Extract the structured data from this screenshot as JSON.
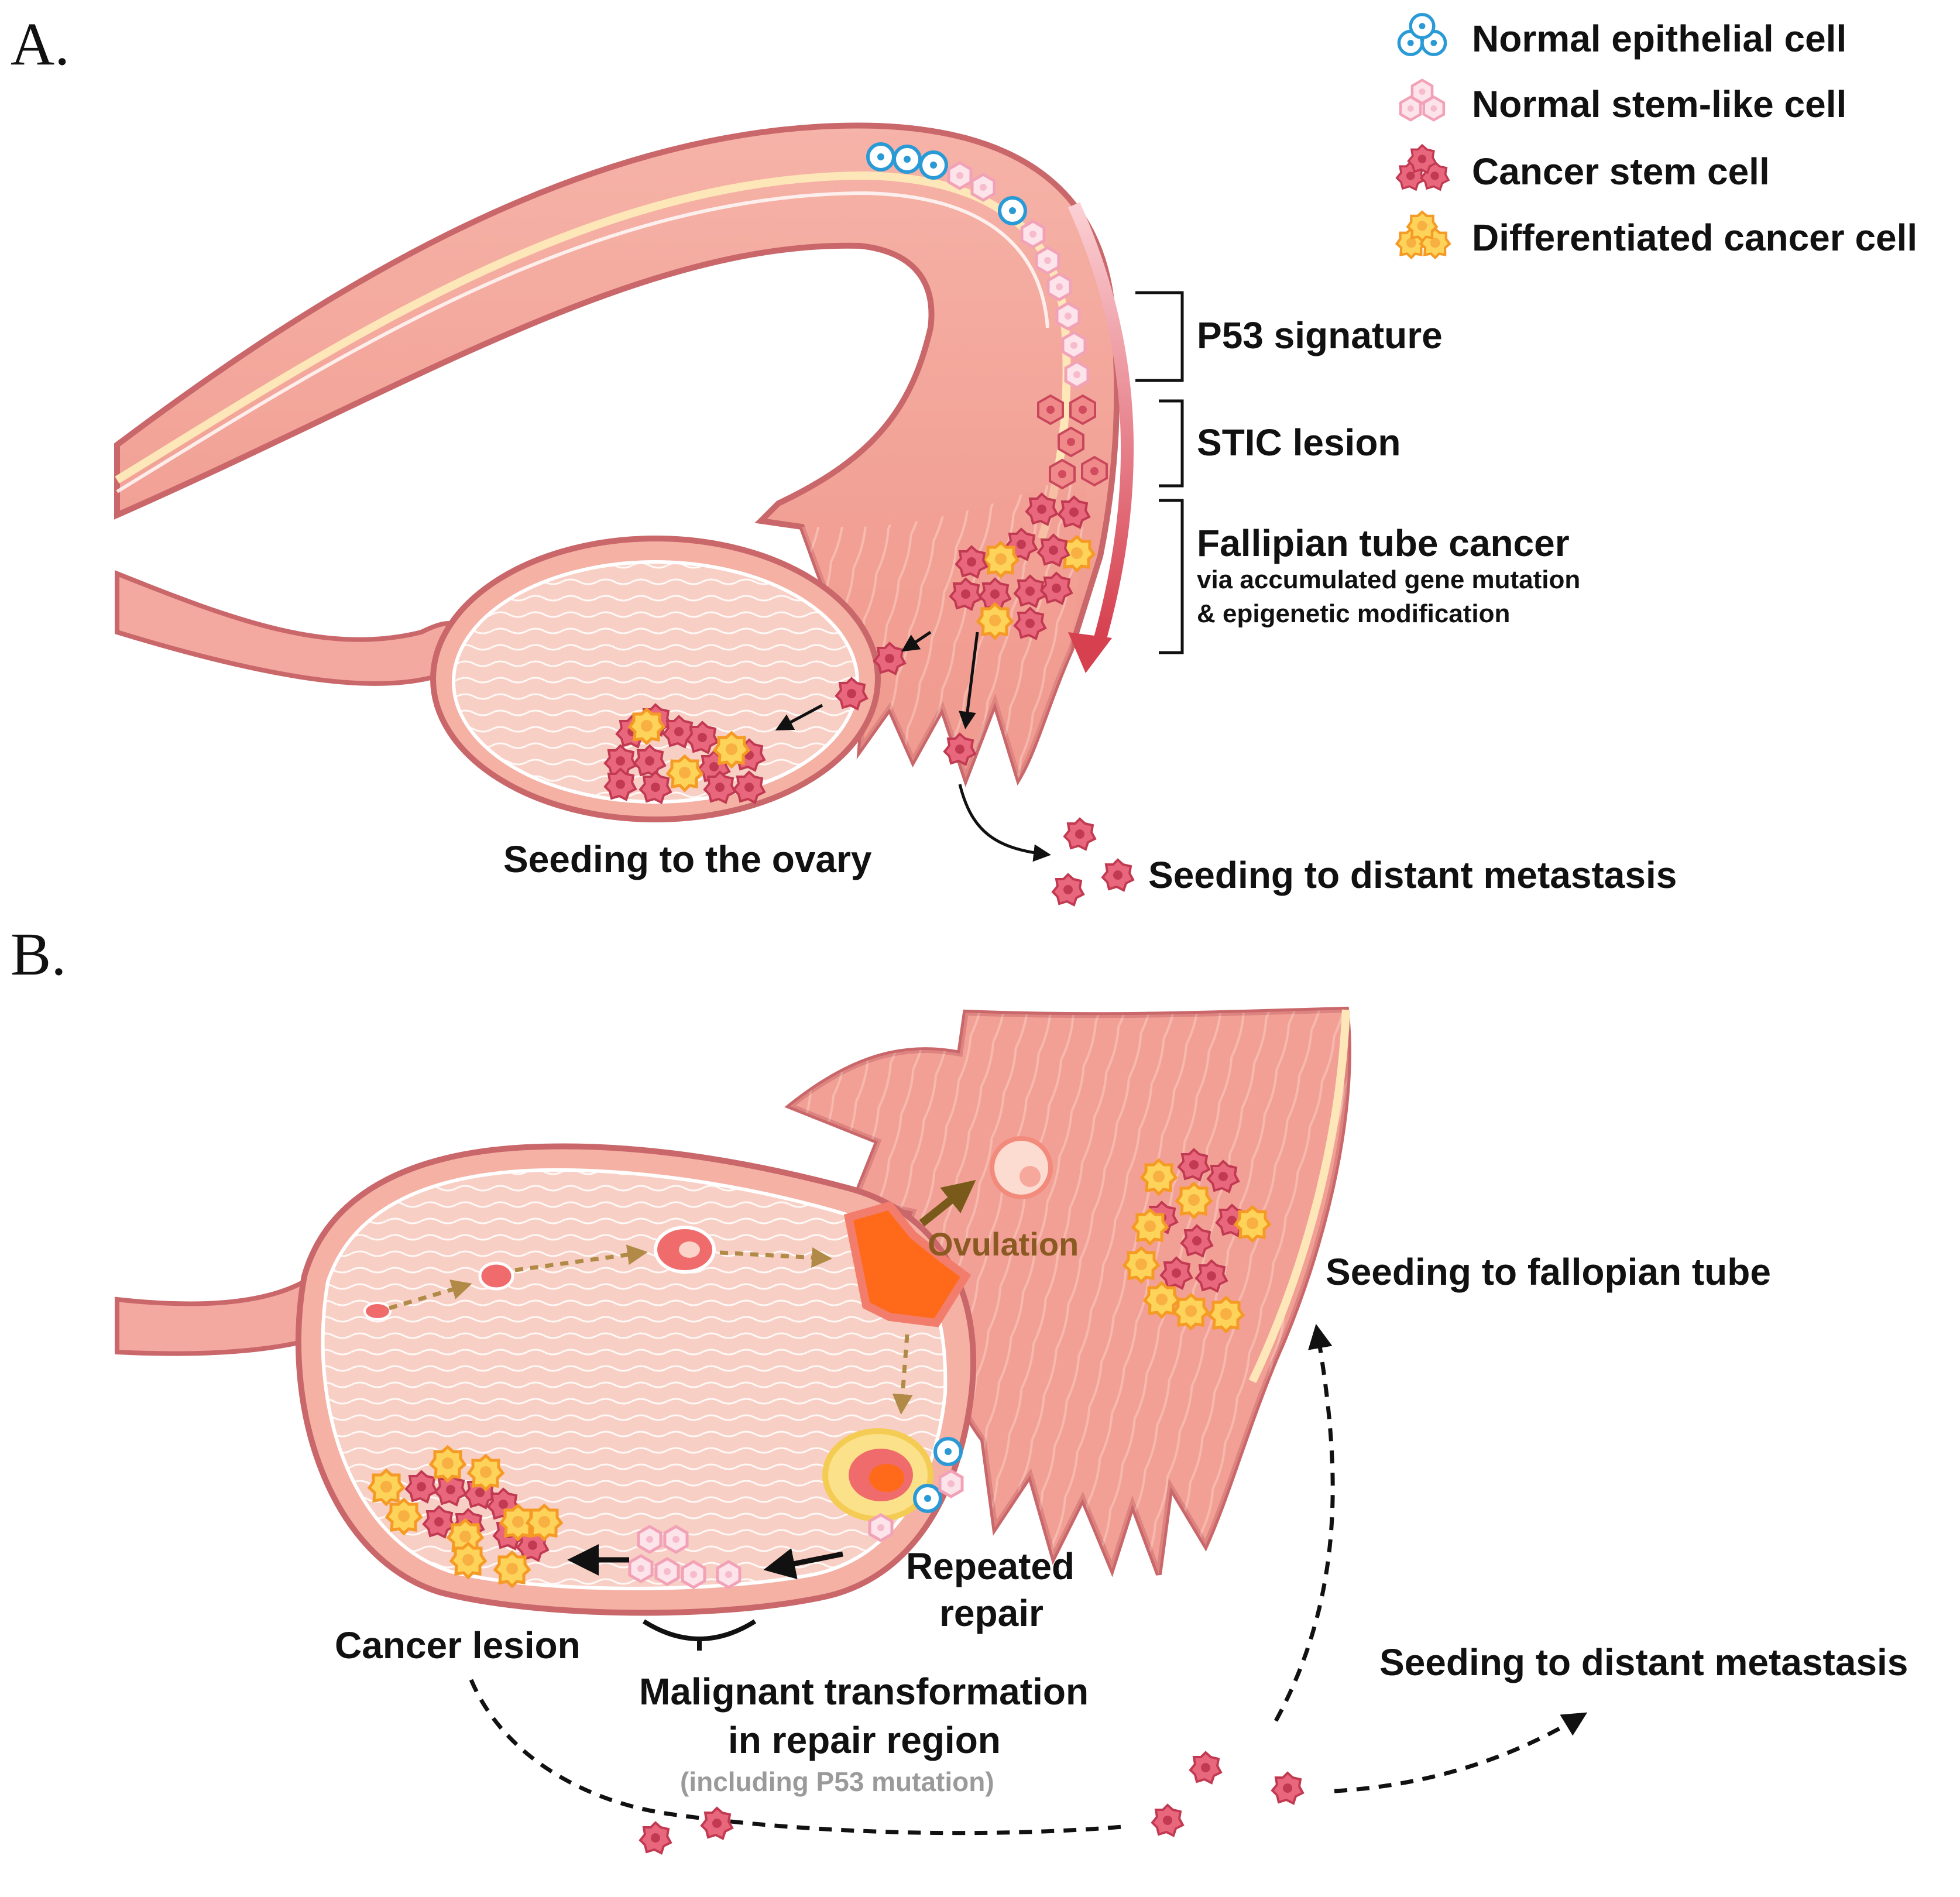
{
  "panels": {
    "a": {
      "letter": "A."
    },
    "b": {
      "letter": "B."
    }
  },
  "legend": {
    "items": [
      {
        "label": "Normal epithelial cell",
        "icon": "normal-epithelial-cell-icon"
      },
      {
        "label": "Normal stem-like cell",
        "icon": "normal-stem-like-cell-icon"
      },
      {
        "label": "Cancer stem cell",
        "icon": "cancer-stem-cell-icon"
      },
      {
        "label": "Differentiated cancer cell",
        "icon": "differentiated-cancer-cell-icon"
      }
    ]
  },
  "panel_a": {
    "p53_signature": "P53 signature",
    "stic_lesion": "STIC lesion",
    "fallopian_cancer_title": "Fallipian tube cancer",
    "fallopian_cancer_line1": "via accumulated gene mutation",
    "fallopian_cancer_line2": "& epigenetic modification",
    "seeding_ovary": "Seeding to the ovary",
    "seeding_distant": "Seeding to distant metastasis"
  },
  "panel_b": {
    "ovulation": "Ovulation",
    "seeding_fallopian": "Seeding to fallopian tube",
    "repeated_repair_1": "Repeated",
    "repeated_repair_2": "repair",
    "cancer_lesion": "Cancer lesion",
    "malignant_line1": "Malignant transformation",
    "malignant_line2": "in repair region",
    "malignant_line3": "(including P53 mutation)",
    "seeding_distant": "Seeding to distant metastasis"
  },
  "colors": {
    "tissue": "#f4a9a0",
    "tissue_dark": "#c9676a",
    "tissue_light": "#fbd3c9",
    "ovary": "#f8cfc4",
    "epithelial": "#2a9ad6",
    "stem_like": "#f7b8c8",
    "cancer_stem": "#e04f66",
    "differentiated": "#f9a23a",
    "ovulation": "#ff6a1a",
    "arrow_red": "#d6404f"
  }
}
